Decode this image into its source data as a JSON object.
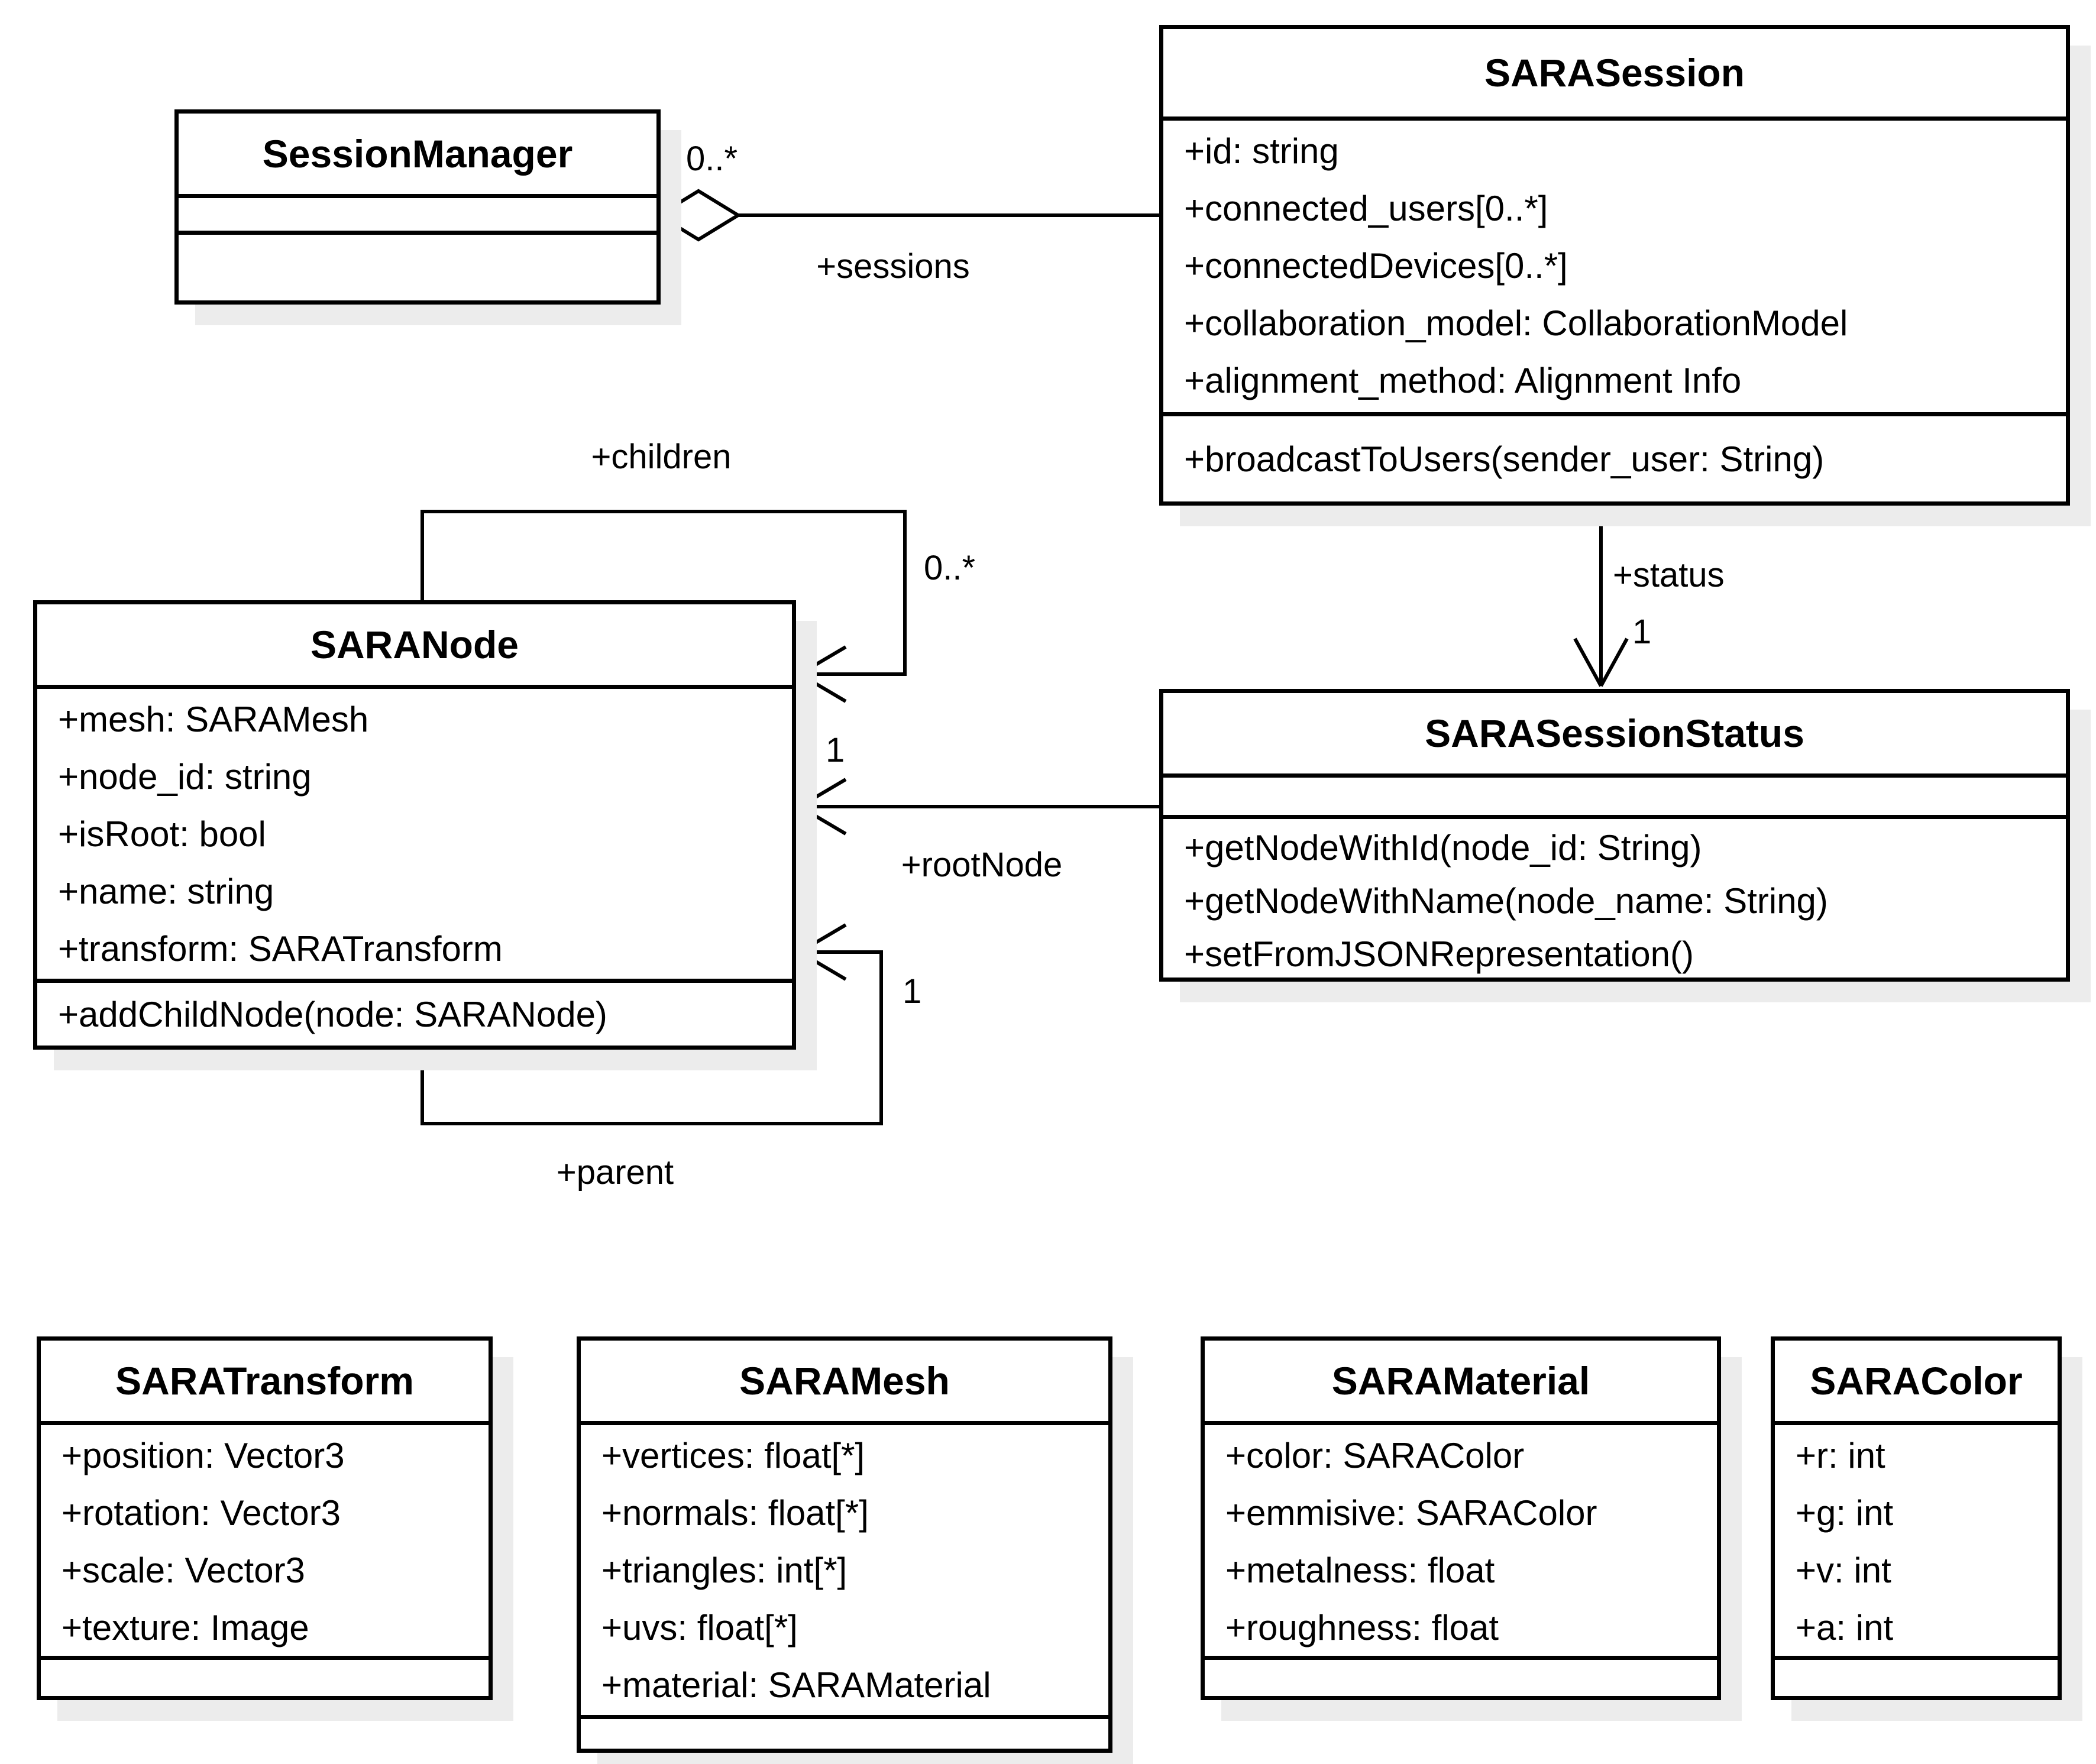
{
  "diagram": {
    "type": "uml-class-diagram",
    "colors": {
      "background": "#ffffff",
      "line": "#000000",
      "box_fill": "#ffffff",
      "shadow": "#ececec"
    },
    "classes": [
      {
        "name": "SessionManager",
        "title": "SessionManager",
        "attributes": [],
        "methods": []
      },
      {
        "name": "SARASession",
        "title": "SARASession",
        "attributes": [
          "+id: string",
          "+connected_users[0..*]",
          "+connectedDevices[0..*]",
          "+collaboration_model: CollaborationModel",
          "+alignment_method: Alignment Info"
        ],
        "methods": [
          "+broadcastToUsers(sender_user: String)"
        ]
      },
      {
        "name": "SARANode",
        "title": "SARANode",
        "attributes": [
          "+mesh: SARAMesh",
          "+node_id: string",
          "+isRoot: bool",
          "+name: string",
          "+transform: SARATransform"
        ],
        "methods": [
          "+addChildNode(node: SARANode)"
        ]
      },
      {
        "name": "SARASessionStatus",
        "title": "SARASessionStatus",
        "attributes": [],
        "methods": [
          "+getNodeWithId(node_id: String)",
          "+getNodeWithName(node_name: String)",
          "+setFromJSONRepresentation()"
        ]
      },
      {
        "name": "SARATransform",
        "title": "SARATransform",
        "attributes": [
          "+position: Vector3",
          "+rotation: Vector3",
          "+scale: Vector3",
          "+texture: Image"
        ],
        "methods": []
      },
      {
        "name": "SARAMesh",
        "title": "SARAMesh",
        "attributes": [
          "+vertices: float[*]",
          "+normals: float[*]",
          "+triangles: int[*]",
          "+uvs: float[*]",
          "+material: SARAMaterial"
        ],
        "methods": []
      },
      {
        "name": "SARAMaterial",
        "title": "SARAMaterial",
        "attributes": [
          "+color: SARAColor",
          "+emmisive: SARAColor",
          "+metalness: float",
          "+roughness: float"
        ],
        "methods": []
      },
      {
        "name": "SARAColor",
        "title": "SARAColor",
        "attributes": [
          "+r: int",
          "+g: int",
          "+v: int",
          "+a: int"
        ],
        "methods": []
      }
    ],
    "relationships": [
      {
        "id": "sessions",
        "type": "aggregation",
        "from": "SessionManager",
        "to": "SARASession",
        "label": "+sessions",
        "multiplicity": "0..*"
      },
      {
        "id": "children",
        "type": "self-association",
        "from": "SARANode",
        "to": "SARANode",
        "label": "+children",
        "multiplicity": "0..*"
      },
      {
        "id": "status",
        "type": "association",
        "from": "SARASession",
        "to": "SARASessionStatus",
        "label": "+status",
        "multiplicity": "1"
      },
      {
        "id": "rootNode",
        "type": "association",
        "from": "SARASessionStatus",
        "to": "SARANode",
        "label": "+rootNode",
        "multiplicity": "1"
      },
      {
        "id": "parent",
        "type": "self-association",
        "from": "SARANode",
        "to": "SARANode",
        "label": "+parent",
        "multiplicity": "1"
      }
    ]
  }
}
